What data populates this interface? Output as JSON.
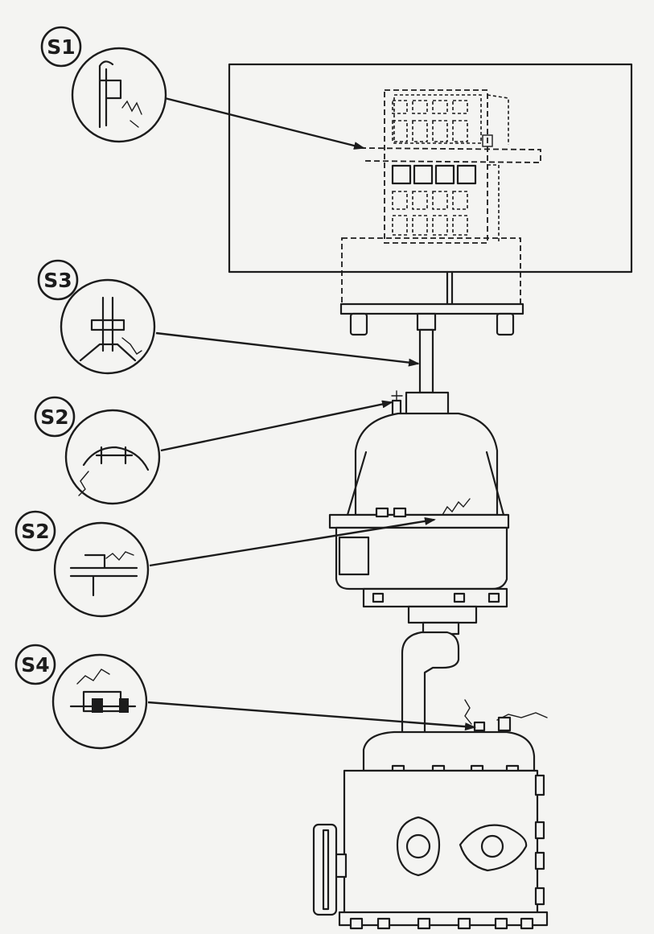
{
  "callouts": [
    {
      "id": "s1",
      "label": "S1"
    },
    {
      "id": "s3",
      "label": "S3"
    },
    {
      "id": "s2a",
      "label": "S2"
    },
    {
      "id": "s2b",
      "label": "S2"
    },
    {
      "id": "s4",
      "label": "S4"
    }
  ],
  "colors": {
    "ink": "#1c1c1c",
    "paper": "#f4f4f2"
  }
}
